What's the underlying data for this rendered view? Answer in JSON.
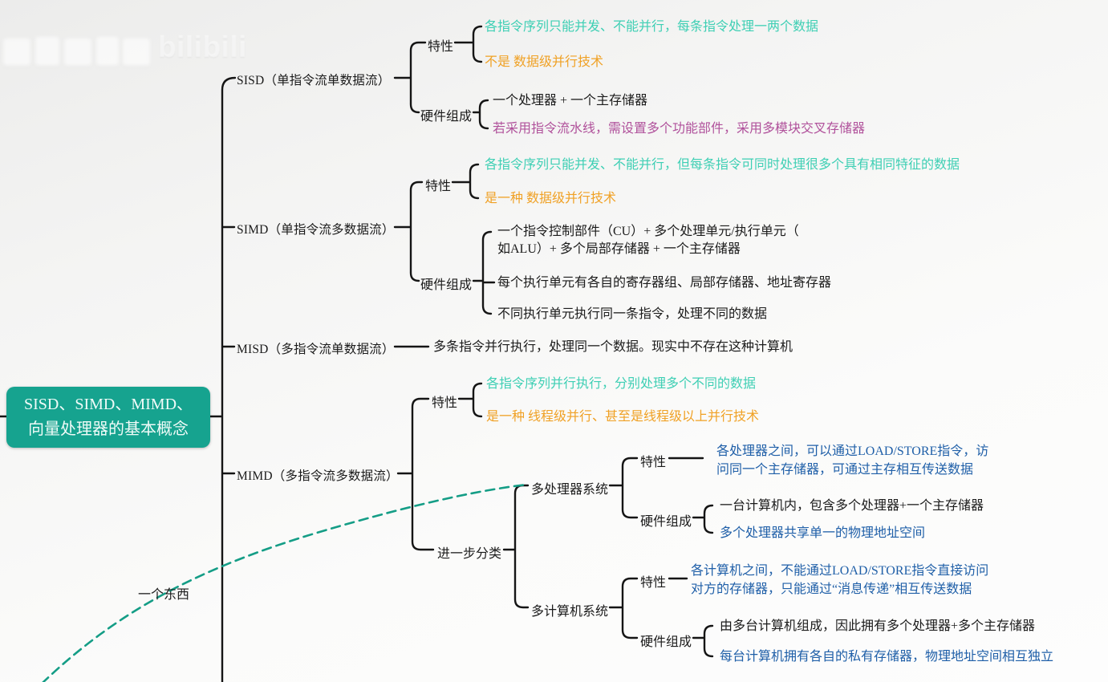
{
  "watermark": {
    "brand": "bilibili"
  },
  "root": {
    "title_line1": "SISD、SIMD、MIMD、",
    "title_line2": "向量处理器的基本概念"
  },
  "annotation": {
    "label": "一个东西"
  },
  "colors": {
    "teal_text": "#3ecfb4",
    "orange_text": "#f0a125",
    "purple_text": "#b0519b",
    "blue_text": "#1f5fa8",
    "root_fill": "#16a38f",
    "line_color": "#151515",
    "dash_color": "#149d86"
  },
  "tree": {
    "sisd": {
      "label": "SISD（单指令流单数据流）",
      "texing": {
        "label": "特性",
        "items": [
          {
            "text": "各指令序列只能并发、不能并行，每条指令处理一两个数据"
          },
          {
            "text": "不是 数据级并行技术"
          }
        ]
      },
      "yingjian": {
        "label": "硬件组成",
        "items": [
          {
            "text": "一个处理器 + 一个主存储器"
          },
          {
            "text": "若采用指令流水线，需设置多个功能部件，采用多模块交叉存储器"
          }
        ]
      }
    },
    "simd": {
      "label": "SIMD（单指令流多数据流）",
      "texing": {
        "label": "特性",
        "items": [
          {
            "text": "各指令序列只能并发、不能并行，但每条指令可同时处理很多个具有相同特征的数据"
          },
          {
            "text": "是一种 数据级并行技术"
          }
        ]
      },
      "yingjian": {
        "label": "硬件组成",
        "item1": {
          "line1": "一个指令控制部件（CU）+ 多个处理单元/执行单元（",
          "line2": "如ALU）+ 多个局部存储器 + 一个主存储器"
        },
        "item2": "每个执行单元有各自的寄存器组、局部存储器、地址寄存器",
        "item3": "不同执行单元执行同一条指令，处理不同的数据"
      }
    },
    "misd": {
      "label": "MISD（多指令流单数据流）",
      "desc": "多条指令并行执行，处理同一个数据。现实中不存在这种计算机"
    },
    "mimd": {
      "label": "MIMD（多指令流多数据流）",
      "texing": {
        "label": "特性",
        "items": [
          {
            "text": "各指令序列并行执行，分别处理多个不同的数据"
          },
          {
            "text": "是一种 线程级并行、甚至是线程级以上并行技术"
          }
        ]
      },
      "fenlei": {
        "label": "进一步分类",
        "multiprocessor": {
          "label": "多处理器系统",
          "texing": {
            "label": "特性",
            "line1": "各处理器之间，可以通过LOAD/STORE指令，访",
            "line2": "问同一个主存储器，可通过主存相互传送数据"
          },
          "yingjian": {
            "label": "硬件组成",
            "item1": "一台计算机内，包含多个处理器+一个主存储器",
            "item2": "多个处理器共享单一的物理地址空间"
          }
        },
        "multicomputer": {
          "label": "多计算机系统",
          "texing": {
            "label": "特性",
            "line1": "各计算机之间，不能通过LOAD/STORE指令直接访问",
            "line2": "对方的存储器，只能通过“消息传递”相互传送数据"
          },
          "yingjian": {
            "label": "硬件组成",
            "item1": "由多台计算机组成，因此拥有多个处理器+多个主存储器",
            "item2": "每台计算机拥有各自的私有存储器，物理地址空间相互独立"
          }
        }
      }
    }
  }
}
